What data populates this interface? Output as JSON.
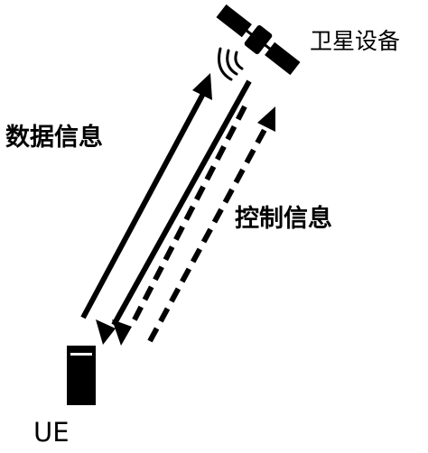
{
  "labels": {
    "satellite": "卫星设备",
    "data_info": "数据信息",
    "control_info": "控制信息",
    "ue": "UE"
  },
  "icons": [
    "satellite-icon",
    "signal-waves-icon",
    "ue-device-icon"
  ],
  "colors": {
    "ink": "#000000",
    "background": "#ffffff"
  }
}
